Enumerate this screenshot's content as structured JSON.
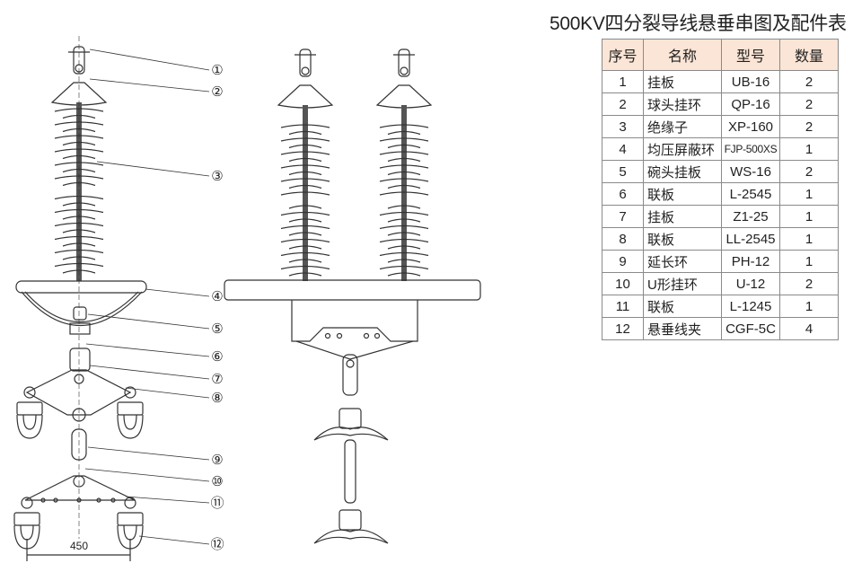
{
  "title": "500KV四分裂导线悬垂串图及配件表",
  "table": {
    "headers": [
      "序号",
      "名称",
      "型号",
      "数量"
    ],
    "rows": [
      [
        "1",
        "挂板",
        "UB-16",
        "2"
      ],
      [
        "2",
        "球头挂环",
        "QP-16",
        "2"
      ],
      [
        "3",
        "绝缘子",
        "XP-160",
        "2"
      ],
      [
        "4",
        "均压屏蔽环",
        "FJP-500XS",
        "1"
      ],
      [
        "5",
        "碗头挂板",
        "WS-16",
        "2"
      ],
      [
        "6",
        "联板",
        "L-2545",
        "1"
      ],
      [
        "7",
        "挂板",
        "Z1-25",
        "1"
      ],
      [
        "8",
        "联板",
        "LL-2545",
        "1"
      ],
      [
        "9",
        "延长环",
        "PH-12",
        "1"
      ],
      [
        "10",
        "U形挂环",
        "U-12",
        "2"
      ],
      [
        "11",
        "联板",
        "L-1245",
        "1"
      ],
      [
        "12",
        "悬垂线夹",
        "CGF-5C",
        "4"
      ]
    ]
  },
  "callouts": [
    "①",
    "②",
    "③",
    "④",
    "⑤",
    "⑥",
    "⑦",
    "⑧",
    "⑨",
    "⑩",
    "⑪",
    "⑫"
  ],
  "dimension_label": "450",
  "colors": {
    "header_bg": "#fbe5d6",
    "line": "#333333"
  }
}
